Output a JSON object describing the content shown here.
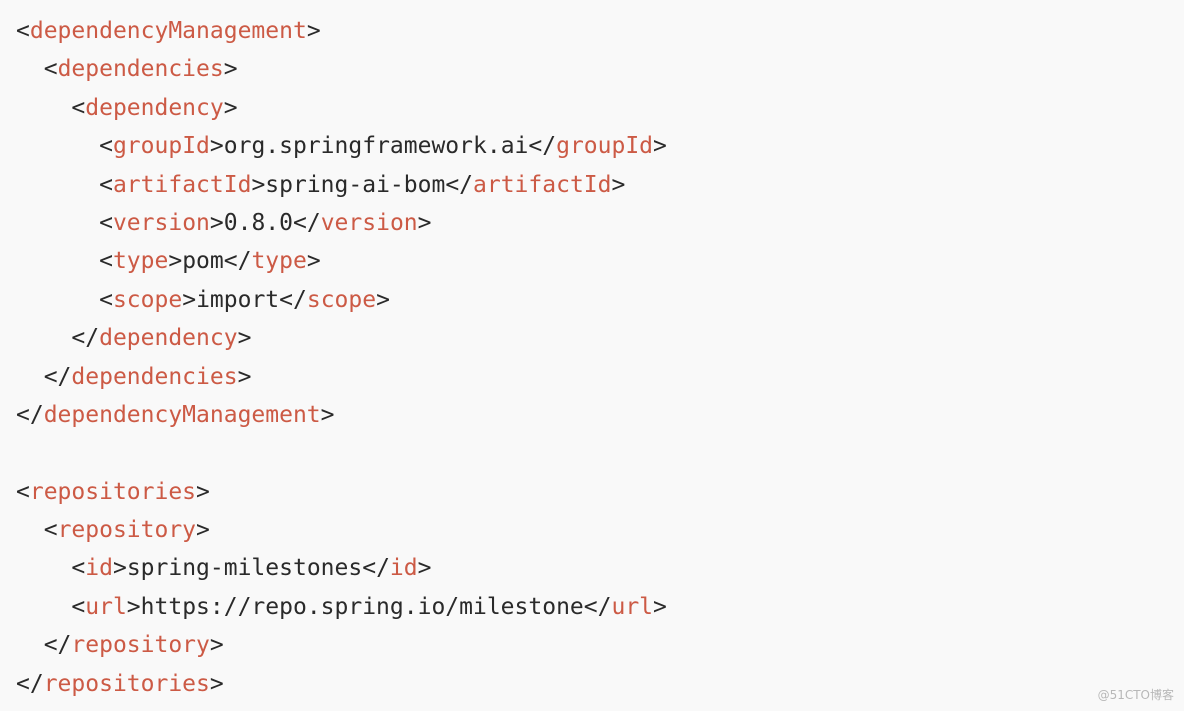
{
  "colors": {
    "background": "#f9f9f9",
    "tag_name": "#cc5a45",
    "text": "#2a2a2a",
    "watermark": "#b8b8b8"
  },
  "code": {
    "language": "xml",
    "lines": [
      {
        "indent": "",
        "parts": [
          [
            "p",
            "<"
          ],
          [
            "t",
            "dependencyManagement"
          ],
          [
            "p",
            ">"
          ]
        ]
      },
      {
        "indent": "  ",
        "parts": [
          [
            "p",
            "<"
          ],
          [
            "t",
            "dependencies"
          ],
          [
            "p",
            ">"
          ]
        ]
      },
      {
        "indent": "    ",
        "parts": [
          [
            "p",
            "<"
          ],
          [
            "t",
            "dependency"
          ],
          [
            "p",
            ">"
          ]
        ]
      },
      {
        "indent": "      ",
        "parts": [
          [
            "p",
            "<"
          ],
          [
            "t",
            "groupId"
          ],
          [
            "p",
            ">"
          ],
          [
            "x",
            "org.springframework.ai"
          ],
          [
            "p",
            "</"
          ],
          [
            "t",
            "groupId"
          ],
          [
            "p",
            ">"
          ]
        ]
      },
      {
        "indent": "      ",
        "parts": [
          [
            "p",
            "<"
          ],
          [
            "t",
            "artifactId"
          ],
          [
            "p",
            ">"
          ],
          [
            "x",
            "spring-ai-bom"
          ],
          [
            "p",
            "</"
          ],
          [
            "t",
            "artifactId"
          ],
          [
            "p",
            ">"
          ]
        ]
      },
      {
        "indent": "      ",
        "parts": [
          [
            "p",
            "<"
          ],
          [
            "t",
            "version"
          ],
          [
            "p",
            ">"
          ],
          [
            "x",
            "0.8.0"
          ],
          [
            "p",
            "</"
          ],
          [
            "t",
            "version"
          ],
          [
            "p",
            ">"
          ]
        ]
      },
      {
        "indent": "      ",
        "parts": [
          [
            "p",
            "<"
          ],
          [
            "t",
            "type"
          ],
          [
            "p",
            ">"
          ],
          [
            "x",
            "pom"
          ],
          [
            "p",
            "</"
          ],
          [
            "t",
            "type"
          ],
          [
            "p",
            ">"
          ]
        ]
      },
      {
        "indent": "      ",
        "parts": [
          [
            "p",
            "<"
          ],
          [
            "t",
            "scope"
          ],
          [
            "p",
            ">"
          ],
          [
            "x",
            "import"
          ],
          [
            "p",
            "</"
          ],
          [
            "t",
            "scope"
          ],
          [
            "p",
            ">"
          ]
        ]
      },
      {
        "indent": "    ",
        "parts": [
          [
            "p",
            "</"
          ],
          [
            "t",
            "dependency"
          ],
          [
            "p",
            ">"
          ]
        ]
      },
      {
        "indent": "  ",
        "parts": [
          [
            "p",
            "</"
          ],
          [
            "t",
            "dependencies"
          ],
          [
            "p",
            ">"
          ]
        ]
      },
      {
        "indent": "",
        "parts": [
          [
            "p",
            "</"
          ],
          [
            "t",
            "dependencyManagement"
          ],
          [
            "p",
            ">"
          ]
        ]
      },
      {
        "indent": "",
        "parts": []
      },
      {
        "indent": "",
        "parts": [
          [
            "p",
            "<"
          ],
          [
            "t",
            "repositories"
          ],
          [
            "p",
            ">"
          ]
        ]
      },
      {
        "indent": "  ",
        "parts": [
          [
            "p",
            "<"
          ],
          [
            "t",
            "repository"
          ],
          [
            "p",
            ">"
          ]
        ]
      },
      {
        "indent": "    ",
        "parts": [
          [
            "p",
            "<"
          ],
          [
            "t",
            "id"
          ],
          [
            "p",
            ">"
          ],
          [
            "x",
            "spring-milestones"
          ],
          [
            "p",
            "</"
          ],
          [
            "t",
            "id"
          ],
          [
            "p",
            ">"
          ]
        ]
      },
      {
        "indent": "    ",
        "parts": [
          [
            "p",
            "<"
          ],
          [
            "t",
            "url"
          ],
          [
            "p",
            ">"
          ],
          [
            "x",
            "https://repo.spring.io/milestone"
          ],
          [
            "p",
            "</"
          ],
          [
            "t",
            "url"
          ],
          [
            "p",
            ">"
          ]
        ]
      },
      {
        "indent": "  ",
        "parts": [
          [
            "p",
            "</"
          ],
          [
            "t",
            "repository"
          ],
          [
            "p",
            ">"
          ]
        ]
      },
      {
        "indent": "",
        "parts": [
          [
            "p",
            "</"
          ],
          [
            "t",
            "repositories"
          ],
          [
            "p",
            ">"
          ]
        ]
      }
    ]
  },
  "watermark": {
    "text": "@51CTO博客"
  }
}
